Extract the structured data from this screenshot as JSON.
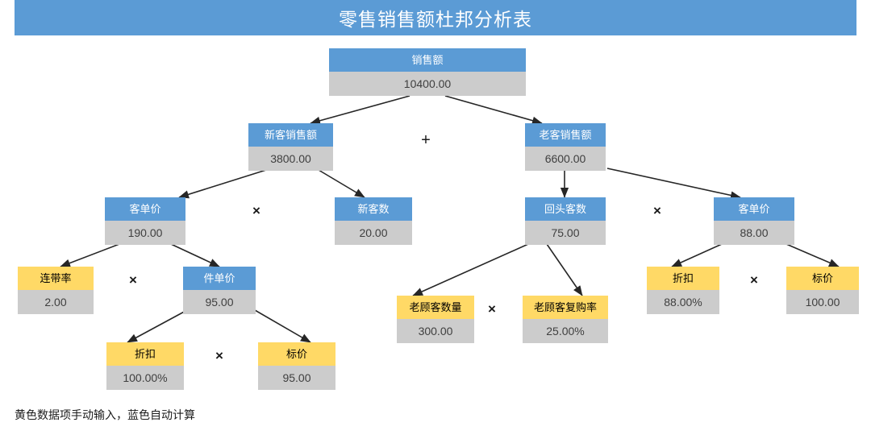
{
  "header": {
    "title": "零售销售额杜邦分析表",
    "background": "#5B9BD5",
    "text_color": "#ffffff"
  },
  "colors": {
    "calculated_header": "#5B9BD5",
    "manual_header": "#FFD966",
    "value_body": "#CCCCCC",
    "connector": "#262626"
  },
  "nodes": {
    "sales": {
      "label": "销售额",
      "value": "10400.00",
      "kind": "calculated"
    },
    "new_customer_sales": {
      "label": "新客销售额",
      "value": "3800.00",
      "kind": "calculated"
    },
    "old_customer_sales": {
      "label": "老客销售额",
      "value": "6600.00",
      "kind": "calculated"
    },
    "unit_price_new": {
      "label": "客单价",
      "value": "190.00",
      "kind": "calculated"
    },
    "new_customer_count": {
      "label": "新客数",
      "value": "20.00",
      "kind": "calculated"
    },
    "return_customer_count": {
      "label": "回头客数",
      "value": "75.00",
      "kind": "calculated"
    },
    "unit_price_old": {
      "label": "客单价",
      "value": "88.00",
      "kind": "calculated"
    },
    "attach_rate": {
      "label": "连带率",
      "value": "2.00",
      "kind": "manual"
    },
    "item_price": {
      "label": "件单价",
      "value": "95.00",
      "kind": "calculated"
    },
    "old_customer_qty": {
      "label": "老顾客数量",
      "value": "300.00",
      "kind": "manual"
    },
    "old_customer_repurchase": {
      "label": "老顾客复购率",
      "value": "25.00%",
      "kind": "manual"
    },
    "discount_old": {
      "label": "折扣",
      "value": "88.00%",
      "kind": "manual"
    },
    "list_price_old": {
      "label": "标价",
      "value": "100.00",
      "kind": "manual"
    },
    "discount_item": {
      "label": "折扣",
      "value": "100.00%",
      "kind": "manual"
    },
    "list_price_item": {
      "label": "标价",
      "value": "95.00",
      "kind": "manual"
    }
  },
  "operators": {
    "sales_split": "+",
    "new_sales_product": "×",
    "old_sales_product": "×",
    "unit_price_new_product": "×",
    "return_customer_product": "×",
    "item_price_product": "×",
    "unit_price_old_product": "×"
  },
  "footnote": {
    "text": "黄色数据项手动输入，蓝色自动计算"
  },
  "chart_data": {
    "type": "diagram",
    "title": "零售销售额杜邦分析表",
    "structure": "dupont-decomposition-tree",
    "relations": [
      "销售额 = 新客销售额 + 老客销售额",
      "新客销售额 = 客单价 × 新客数",
      "老客销售额 = 回头客数 × 客单价",
      "客单价(新) = 连带率 × 件单价",
      "件单价 = 折扣 × 标价",
      "回头客数 = 老顾客数量 × 老顾客复购率",
      "客单价(老) = 折扣 × 标价"
    ]
  }
}
